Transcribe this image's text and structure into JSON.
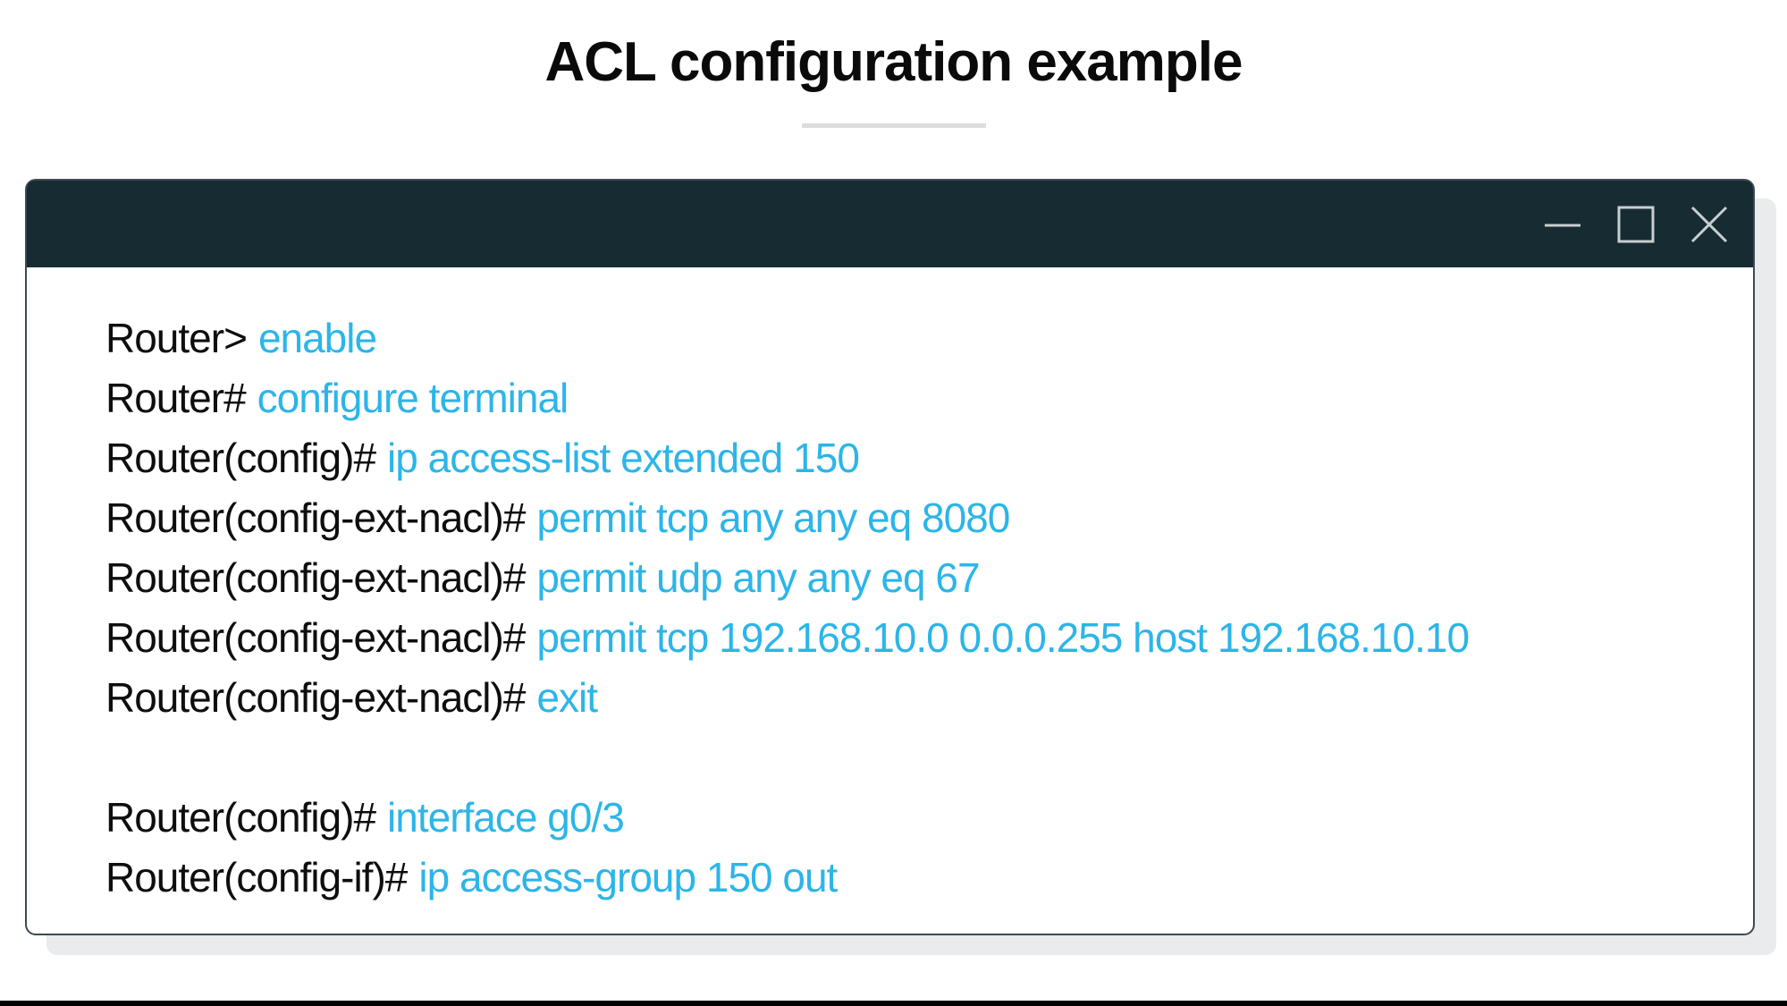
{
  "page": {
    "title": "ACL configuration example"
  },
  "window": {
    "controls": {
      "minimize": "minimize",
      "maximize": "maximize",
      "close": "close"
    },
    "terminal_lines": [
      {
        "prompt": "Router>",
        "command": "enable"
      },
      {
        "prompt": "Router#",
        "command": "configure terminal"
      },
      {
        "prompt": "Router(config)#",
        "command": "ip access-list extended 150"
      },
      {
        "prompt": "Router(config-ext-nacl)#",
        "command": "permit tcp any any eq 8080"
      },
      {
        "prompt": "Router(config-ext-nacl)#",
        "command": "permit udp any any eq 67"
      },
      {
        "prompt": "Router(config-ext-nacl)#",
        "command": "permit tcp 192.168.10.0 0.0.0.255 host 192.168.10.10"
      },
      {
        "prompt": "Router(config-ext-nacl)#",
        "command": "exit"
      },
      {
        "prompt": "",
        "command": ""
      },
      {
        "prompt": "Router(config)#",
        "command": "interface g0/3"
      },
      {
        "prompt": "Router(config-if)#",
        "command": "ip access-group 150 out"
      }
    ]
  },
  "colors": {
    "titlebar": "#172b33",
    "window_border": "#3d4a52",
    "prompt": "#0e0e0e",
    "command": "#2cb5e8",
    "shadow": "#eaebec",
    "divider": "#dcdcdc",
    "control_stroke": "#c9ced1"
  }
}
